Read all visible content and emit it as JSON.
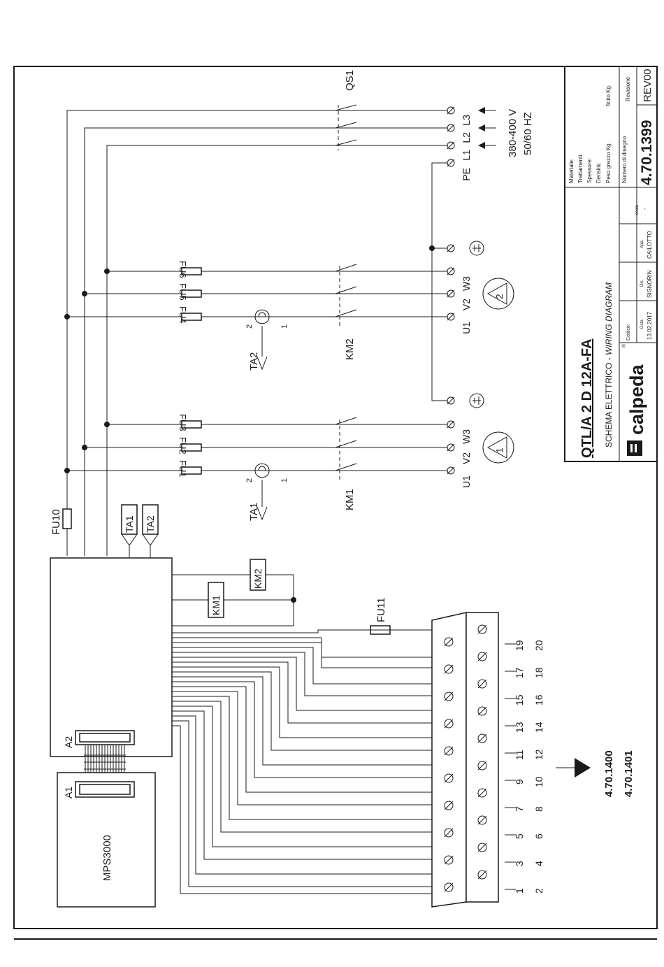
{
  "psu": {
    "labels": [
      "L3",
      "L2",
      "L1",
      "PE"
    ],
    "arrows_label_voltage": "380-400 V",
    "arrows_label_freq": "50/60 HZ",
    "switch": "QS1"
  },
  "motor1": {
    "number": "1",
    "terminals": [
      "U1",
      "V2",
      "W3"
    ],
    "fuses": [
      "FU1",
      "FU2",
      "FU3"
    ],
    "contactor": "KM1",
    "ta": "TA1",
    "ta_pins": [
      "2",
      "1"
    ]
  },
  "motor2": {
    "number": "2",
    "terminals": [
      "U1",
      "V2",
      "W3"
    ],
    "fuses": [
      "FU4",
      "FU5",
      "FU6"
    ],
    "contactor": "KM2",
    "ta": "TA2",
    "ta_pins": [
      "2",
      "1"
    ]
  },
  "controller": {
    "fuse_main": "FU10",
    "fuse_aux": "FU11",
    "a1": "A1",
    "a2": "A2",
    "module": "MPS3000",
    "ta_tags": [
      "TA1",
      "TA2"
    ],
    "coils": [
      "KM1",
      "KM2"
    ]
  },
  "terminals": {
    "numbers": [
      "1",
      "2",
      "3",
      "4",
      "5",
      "6",
      "7",
      "8",
      "9",
      "10",
      "11",
      "12",
      "13",
      "14",
      "15",
      "16",
      "17",
      "18",
      "19",
      "20"
    ]
  },
  "ref": {
    "docs": [
      "4.70.1400",
      "4.70.1401"
    ]
  },
  "title_block": {
    "title": "QTL/A 2 D 12A-FA",
    "subtitle_a": "SCHEMA ELETTRICO - ",
    "subtitle_b": "WIRING DIAGRAM",
    "brand": "calpeda",
    "brand_reg": "®",
    "fields": [
      "Materiale:",
      "Trattamenti:",
      "Spessore:",
      "Densità:"
    ],
    "weight_raw": "Peso grezzo Kg.",
    "weight_fin": "finito Kg.",
    "drawing_no_label": "Numero di disegno",
    "drawing_no": "4.70.1399",
    "rev_label": "Revisione",
    "rev": "REV00",
    "codice": "Codice:",
    "data_label": "Data",
    "data": "13.02.2017",
    "dis_label": "Dis.",
    "dis": "SIGNORIN",
    "app_label": "App.",
    "app": "CAILOTTO",
    "scala_label": "Scala",
    "scala": "-"
  }
}
